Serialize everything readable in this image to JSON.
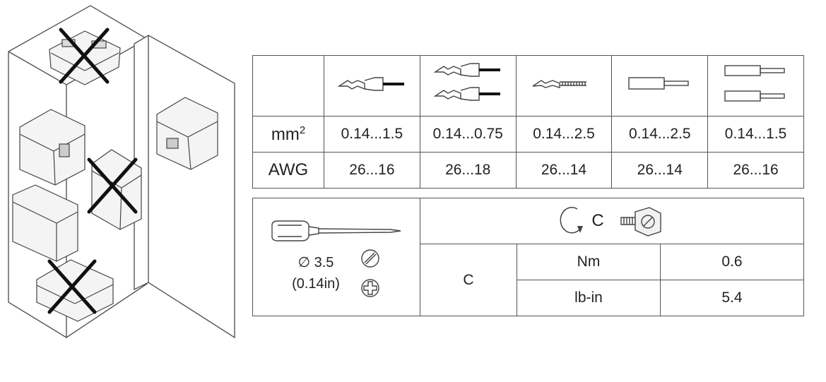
{
  "wire_table": {
    "row_mm2_label": "mm",
    "row_mm2_sup": "2",
    "row_awg_label": "AWG",
    "columns": [
      {
        "icon": "single-wire-ferrule-icon",
        "mm2": "0.14...1.5",
        "awg": "26...16"
      },
      {
        "icon": "double-wire-ferrule-icon",
        "mm2": "0.14...0.75",
        "awg": "26...18"
      },
      {
        "icon": "stranded-wire-icon",
        "mm2": "0.14...2.5",
        "awg": "26...14"
      },
      {
        "icon": "solid-wire-icon",
        "mm2": "0.14...2.5",
        "awg": "26...14"
      },
      {
        "icon": "two-solid-wires-icon",
        "mm2": "0.14...1.5",
        "awg": "26...16"
      }
    ]
  },
  "torque_table": {
    "screwdriver_diameter": "∅ 3.5",
    "screwdriver_inch": "(0.14in)",
    "header_label": "C",
    "row_label": "C",
    "rows": [
      {
        "unit": "Nm",
        "value": "0.6"
      },
      {
        "unit": "lb-in",
        "value": "5.4"
      }
    ]
  },
  "icons": {
    "cabinet": "mounting-orientation-diagram-icon",
    "screwdriver": "screwdriver-icon",
    "flat_head": "flat-screw-head-icon",
    "phillips_head": "phillips-screw-head-icon",
    "rotation": "clockwise-rotation-icon",
    "terminal_screw": "terminal-screw-icon"
  }
}
